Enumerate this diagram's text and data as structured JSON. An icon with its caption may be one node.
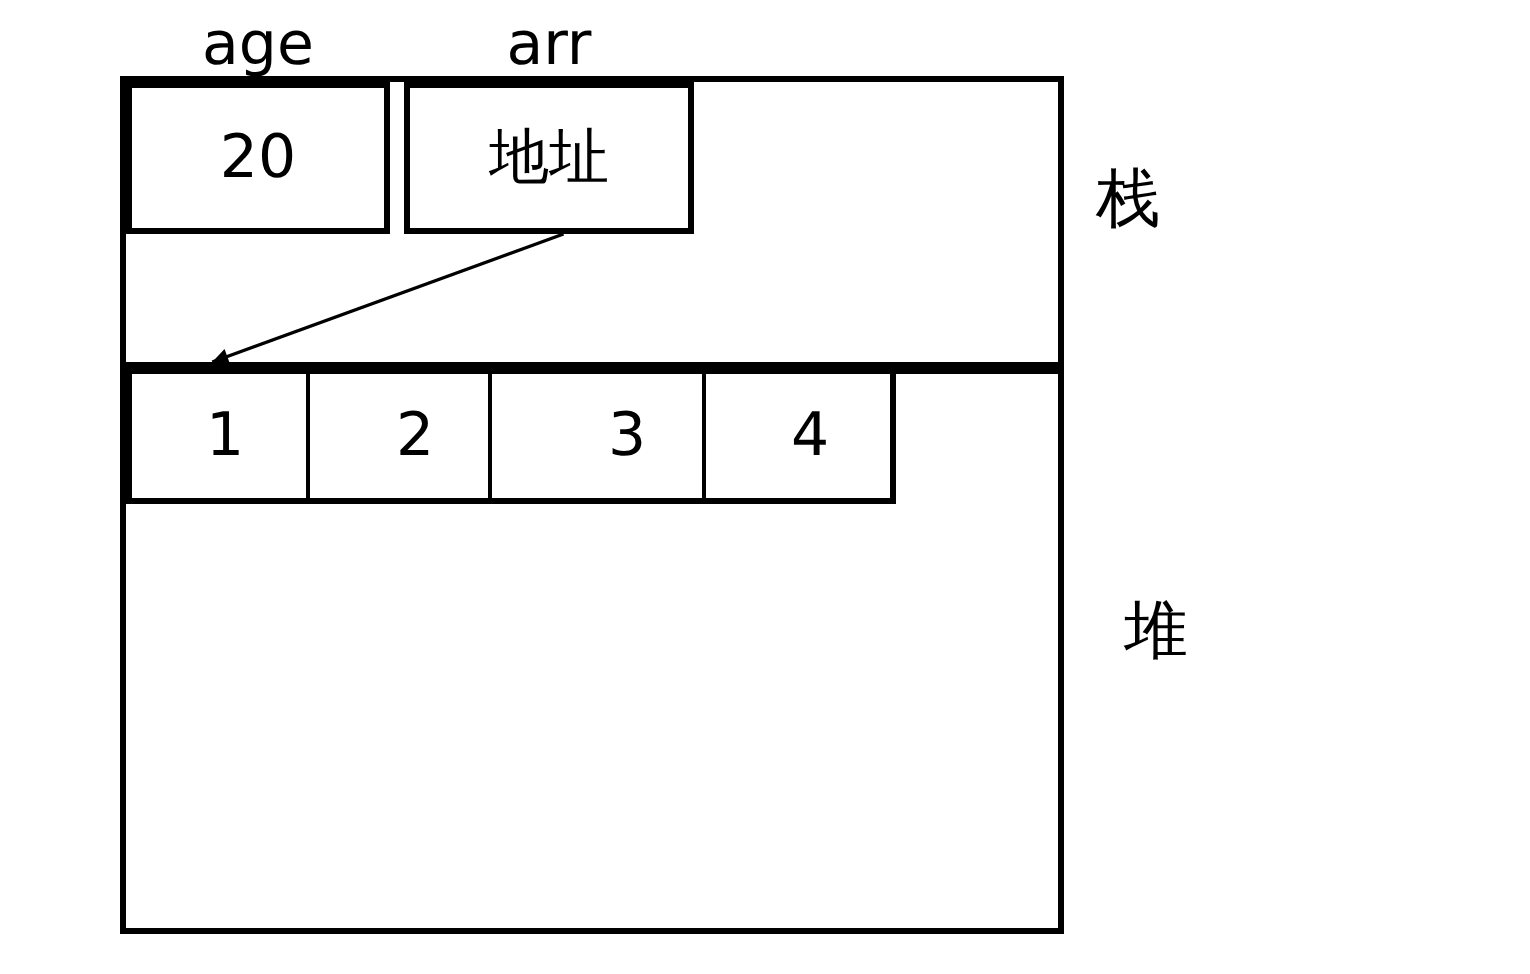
{
  "diagram": {
    "nodes": [
      {
        "text": [],
        "shape": "box",
        "beside": [
          "栈"
        ]
      },
      {
        "text": [
          "age",
          "20"
        ],
        "in": 0
      },
      {
        "text": [
          "arr",
          "地址"
        ],
        "in": 0
      },
      {
        "text": [],
        "shape": "box",
        "beside": [
          "堆"
        ]
      },
      {
        "text": [],
        "shape": "box",
        "in": 3
      },
      {
        "text": [
          "1"
        ],
        "in": 4
      },
      {
        "text": [
          "2"
        ],
        "in": 4
      },
      {
        "text": [
          "3"
        ],
        "in": 4
      },
      {
        "text": [
          "4"
        ],
        "in": 4
      }
    ],
    "edges": [
      {
        "from": 2,
        "to": 4,
        "arrow": "to"
      }
    ]
  }
}
